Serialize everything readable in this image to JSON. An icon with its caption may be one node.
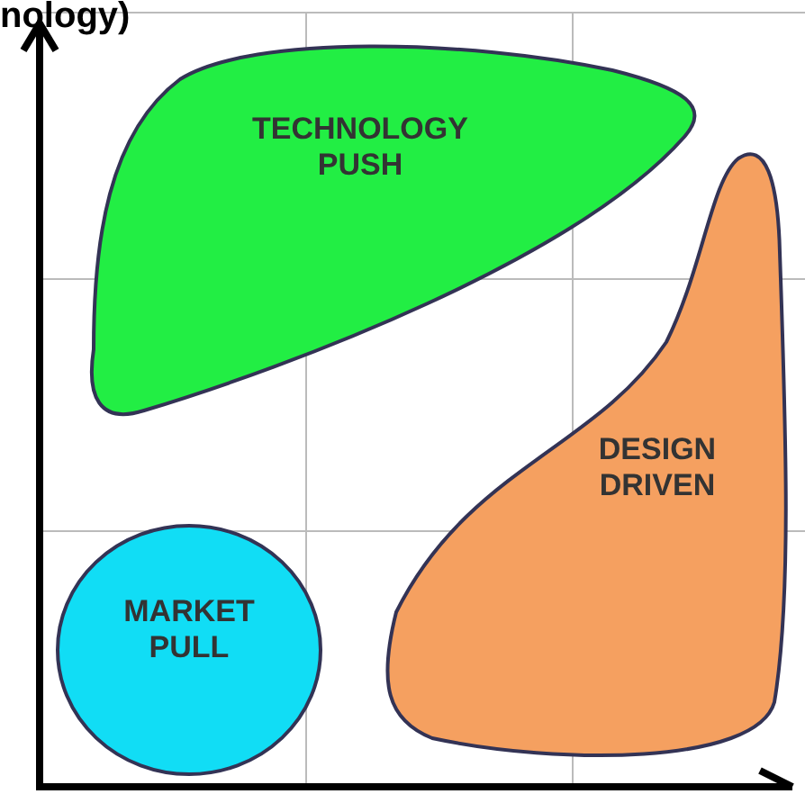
{
  "diagram": {
    "nodes": [
      {
        "text": [
          "TECHNOLOGY PUSH"
        ]
      },
      {
        "text": [
          "DESIGN DRIVEN"
        ]
      },
      {
        "text": [
          "MARKET PULL"
        ]
      }
    ],
    "labels": [
      "nology)"
    ]
  }
}
